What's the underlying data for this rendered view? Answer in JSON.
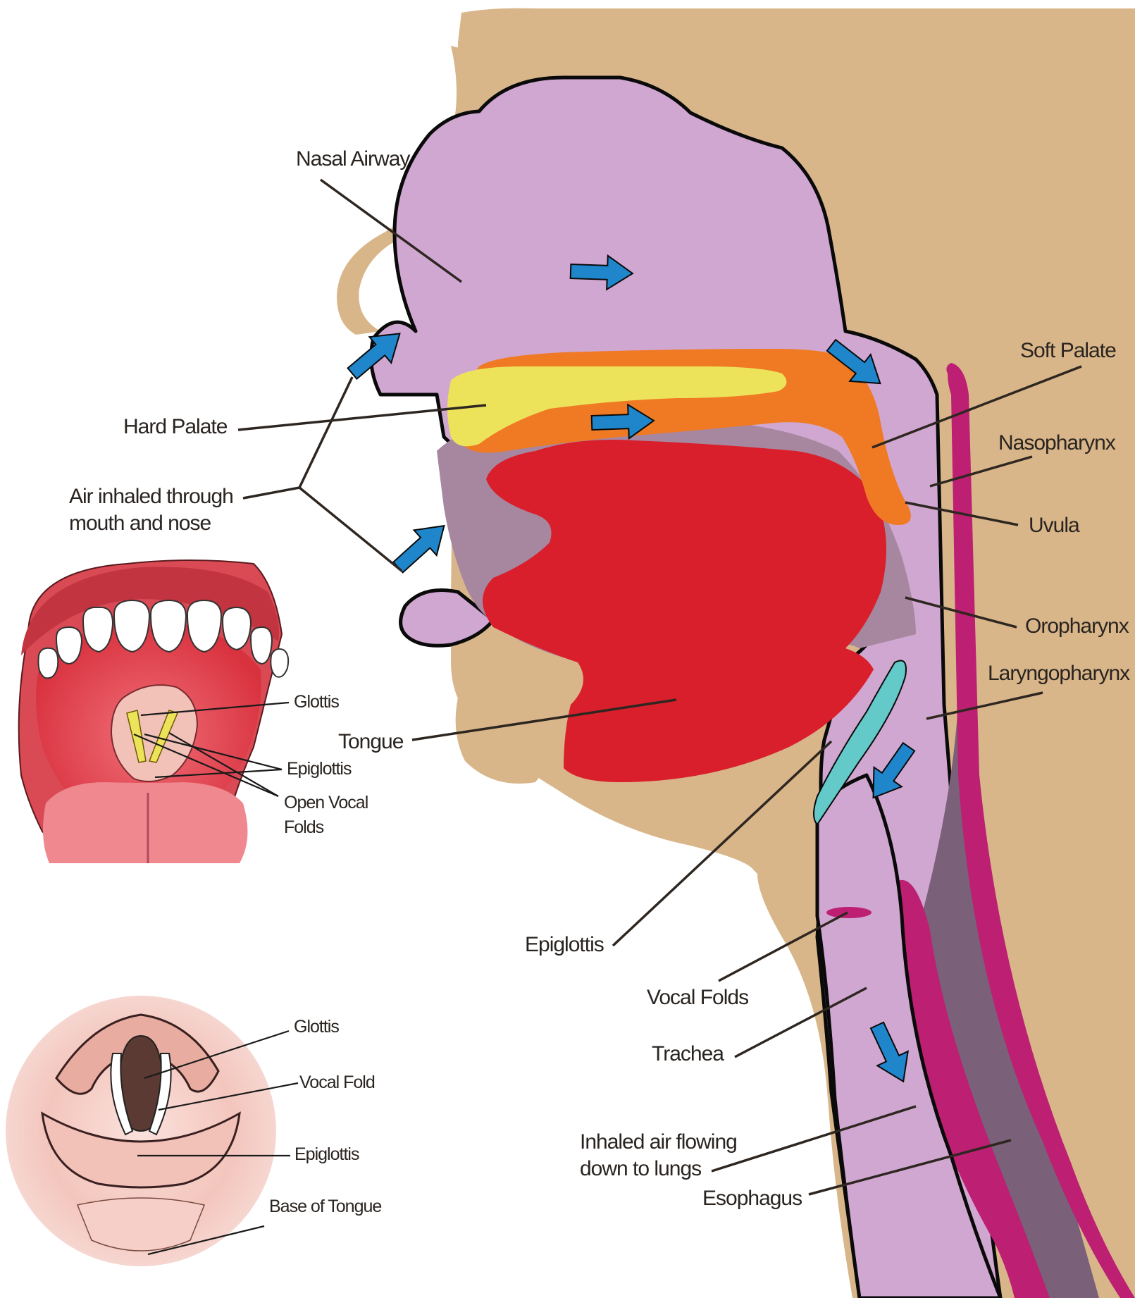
{
  "colors": {
    "skin": "#d8b68a",
    "airway": "#d0a7d1",
    "hard_palate": "#ece35b",
    "soft_palate": "#f07a24",
    "tongue": "#d91f2b",
    "oral_cavity": "#a6879f",
    "epiglottis": "#63c9c9",
    "esophagus": "#bd1f72",
    "spine_strip": "#7a6079",
    "arrow": "#1f86cb",
    "mouth_red": "#e84b55",
    "larynx_pink": "#f2c1b8"
  },
  "side_view": {
    "labels": {
      "nasal_airway": "Nasal Airway",
      "hard_palate": "Hard Palate",
      "air_inhaled_line1": "Air inhaled through",
      "air_inhaled_line2": "mouth and nose",
      "tongue": "Tongue",
      "soft_palate": "Soft Palate",
      "nasopharynx": "Nasopharynx",
      "uvula": "Uvula",
      "oropharynx": "Oropharynx",
      "laryngopharynx": "Laryngopharynx",
      "epiglottis": "Epiglottis",
      "vocal_folds": "Vocal Folds",
      "trachea": "Trachea",
      "inhaled_line1": "Inhaled air flowing",
      "inhaled_line2": "down to lungs",
      "esophagus": "Esophagus"
    },
    "arrow_icon": "airflow-arrow-icon"
  },
  "mouth_view": {
    "labels": {
      "glottis": "Glottis",
      "epiglottis": "Epiglottis",
      "open_vocal_line1": "Open Vocal",
      "open_vocal_line2": "Folds"
    }
  },
  "larynx_view": {
    "labels": {
      "glottis": "Glottis",
      "vocal_fold": "Vocal Fold",
      "epiglottis": "Epiglottis",
      "base_of_tongue": "Base of Tongue"
    }
  }
}
